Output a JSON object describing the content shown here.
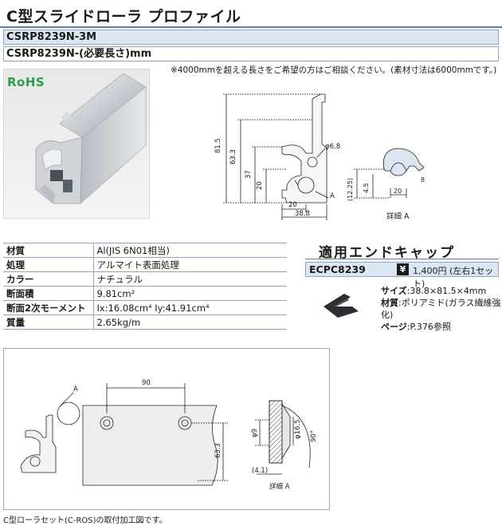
{
  "header": {
    "title": "C型スライドローラ プロファイル",
    "part_number_1": "CSRP8239N-3M",
    "part_number_2": "CSRP8239N-(必要長さ)mm"
  },
  "note": "※4000mmを超える長さをご希望の方はご相談ください。(素材寸法は6000mmです。)",
  "badge": "RoHS",
  "drawing": {
    "dims": {
      "d81_5": "81.5",
      "d63_3": "63.3",
      "d37": "37",
      "d20v": "20",
      "d20h": "20",
      "d38_8": "38.8",
      "phi6_8": "φ6.8",
      "label_a": "A"
    },
    "detail": {
      "d12_25": "(12.25)",
      "d4_5": "4.5",
      "d20": "20",
      "d8": "8",
      "label": "詳細 A"
    }
  },
  "specs": [
    {
      "key": "材質",
      "value": "Al(JIS 6N01相当)"
    },
    {
      "key": "処理",
      "value": "アルマイト表面処理"
    },
    {
      "key": "カラー",
      "value": "ナチュラル"
    },
    {
      "key": "断面積",
      "value": "9.81cm²"
    },
    {
      "key": "断面2次モーメント",
      "value": "Ix:16.08cm⁴  Iy:41.91cm⁴"
    },
    {
      "key": "質量",
      "value": "2.65kg/m"
    }
  ],
  "end_cap": {
    "title": "適用エンドキャップ",
    "code": "ECPC8239",
    "yen_symbol": "¥",
    "price": "1,400円 (左右1セット)",
    "size_label": "サイズ",
    "size_value": ":38.8×81.5×4mm",
    "material_label": "材質",
    "material_value": ":ポリアミド(ガラス繊維強化)",
    "page_label": "ページ",
    "page_value": ":P.376参照"
  },
  "mounting": {
    "d90": "90",
    "d63_3": "63.3",
    "phi9": "φ9",
    "phi16_5": "φ16.5",
    "angle90": "90°",
    "d4_1": "(4.1)",
    "label_a": "A",
    "detail_label": "詳細 A",
    "caption": "C型ローラセット(C-ROS)の取付加工図です。"
  },
  "colors": {
    "accent": "#5b7fa8",
    "header_fill": "#dbe6f2",
    "rohs_green": "#2e9d4a"
  }
}
